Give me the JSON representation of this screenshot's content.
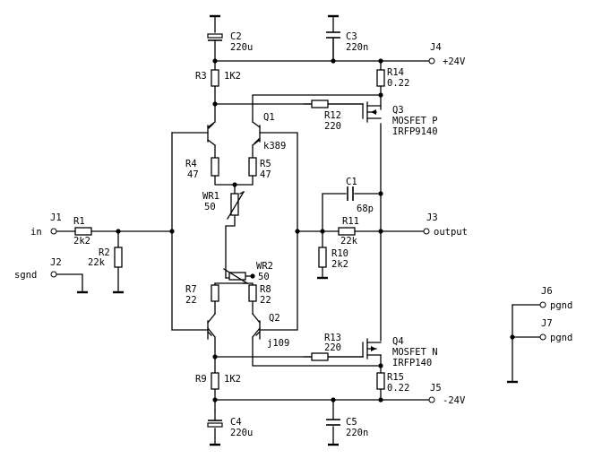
{
  "components": {
    "C2": {
      "ref": "C2",
      "value": "220u"
    },
    "C3": {
      "ref": "C3",
      "value": "220n"
    },
    "C4": {
      "ref": "C4",
      "value": "220u"
    },
    "C5": {
      "ref": "C5",
      "value": "220n"
    },
    "C1": {
      "ref": "C1",
      "value": "68p"
    },
    "R1": {
      "ref": "R1",
      "value": "2k2"
    },
    "R2": {
      "ref": "R2",
      "value": "22k"
    },
    "R3": {
      "ref": "R3",
      "value": "1K2"
    },
    "R4": {
      "ref": "R4",
      "value": "47"
    },
    "R5": {
      "ref": "R5",
      "value": "47"
    },
    "R7": {
      "ref": "R7",
      "value": "22"
    },
    "R8": {
      "ref": "R8",
      "value": "22"
    },
    "R9": {
      "ref": "R9",
      "value": "1K2"
    },
    "R10": {
      "ref": "R10",
      "value": "2k2"
    },
    "R11": {
      "ref": "R11",
      "value": "22k"
    },
    "R12": {
      "ref": "R12",
      "value": "220"
    },
    "R13": {
      "ref": "R13",
      "value": "220"
    },
    "R14": {
      "ref": "R14",
      "value": "0.22"
    },
    "R15": {
      "ref": "R15",
      "value": "0.22"
    },
    "WR1": {
      "ref": "WR1",
      "value": "50"
    },
    "WR2": {
      "ref": "WR2",
      "value": "50"
    },
    "Q1": {
      "ref": "Q1",
      "value": "k389"
    },
    "Q2": {
      "ref": "Q2",
      "value": "j109"
    },
    "Q3": {
      "ref": "Q3",
      "type": "MOSFET P",
      "value": "IRFP9140"
    },
    "Q4": {
      "ref": "Q4",
      "type": "MOSFET N",
      "value": "IRFP140"
    }
  },
  "connectors": {
    "J1": {
      "ref": "J1",
      "net": "in"
    },
    "J2": {
      "ref": "J2",
      "net": "sgnd"
    },
    "J3": {
      "ref": "J3",
      "net": "output"
    },
    "J4": {
      "ref": "J4",
      "net": "+24V"
    },
    "J5": {
      "ref": "J5",
      "net": "-24V"
    },
    "J6": {
      "ref": "J6",
      "net": "pgnd"
    },
    "J7": {
      "ref": "J7",
      "net": "pgnd"
    }
  }
}
